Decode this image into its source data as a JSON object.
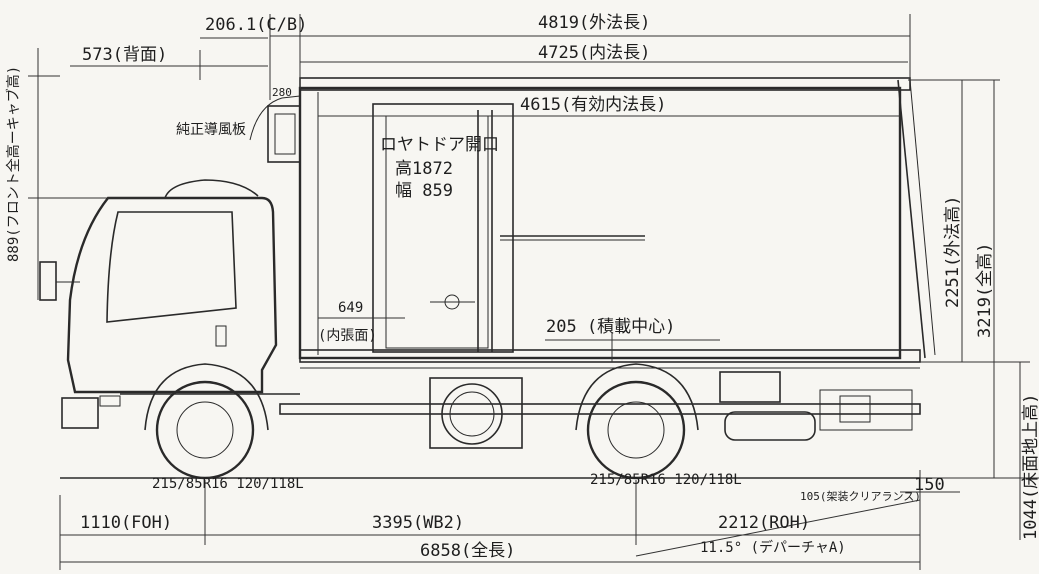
{
  "dimensions": {
    "cb": "206.1(C/B)",
    "outer_length": "4819(外法長)",
    "back_face": "573(背面)",
    "inner_length": "4725(内法長)",
    "small_280": "280",
    "effective_inner_length": "4615(有効内法長)",
    "genuine_deflector": "純正導風板",
    "front_to_cab": "889(フロント全高ーキャブ高)",
    "rear_door_opening": "ロヤトドア開口",
    "door_height": "高1872",
    "door_width": "幅 859",
    "outer_height": "2251(外法高)",
    "total_height": "3219(全高)",
    "floor_height": "1044(床面地上高)",
    "inner_tension_value": "649",
    "inner_tension_face": "(内張面)",
    "load_center": "205 (積載中心)",
    "tire_front": "215/85R16 120/118L",
    "tire_rear": "215/85R16 120/118L",
    "rear_clearance": "105(架装クリアランス)",
    "small_150": "150",
    "foh": "1110(FOH)",
    "wb": "3395(WB2)",
    "roh": "2212(ROH)",
    "overall_length": "6858(全長)",
    "departure_angle": "11.5° (デパーチャA)"
  }
}
